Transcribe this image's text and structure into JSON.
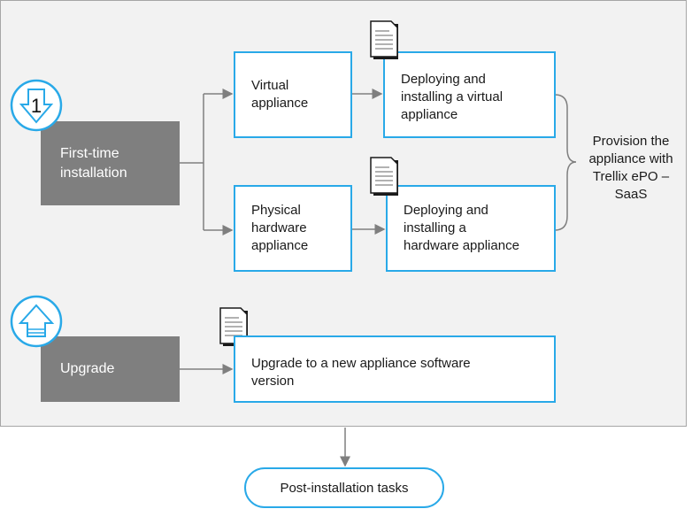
{
  "first_time": {
    "label": "First-time\ninstallation",
    "step_number": "1",
    "virtual": {
      "type_label": "Virtual\nappliance",
      "task_label": "Deploying and\ninstalling a virtual\nappliance"
    },
    "physical": {
      "type_label": "Physical\nhardware\nappliance",
      "task_label": "Deploying and\ninstalling a\nhardware appliance"
    }
  },
  "provision_label": "Provision the\nappliance with\nTrellix ePO –\nSaaS",
  "upgrade": {
    "label": "Upgrade",
    "task_label": "Upgrade to a new appliance software\nversion"
  },
  "post_install_label": "Post-installation tasks",
  "colors": {
    "accent": "#29a9e8",
    "gray_box": "#7f7f7f",
    "frame_bg": "#f2f2f2",
    "arrow": "#7f7f7f"
  },
  "icons": [
    "download-step-icon",
    "upgrade-arrow-icon",
    "document-icon"
  ]
}
